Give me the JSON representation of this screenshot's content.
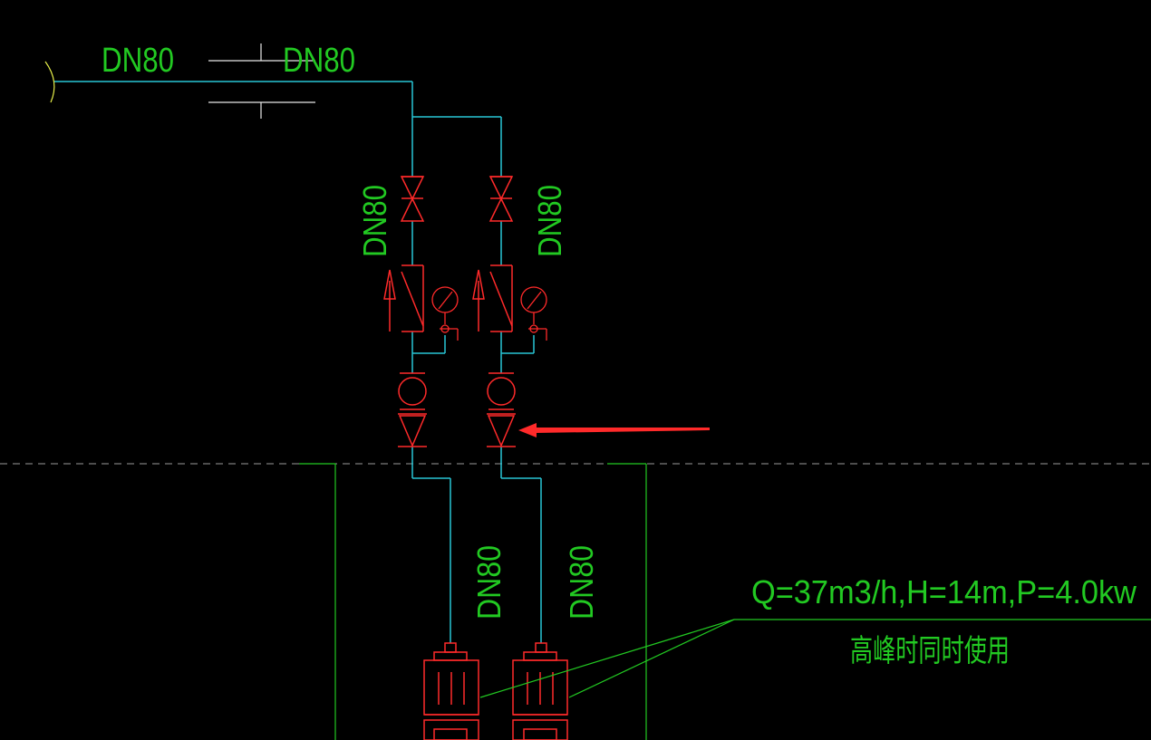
{
  "colors": {
    "background": "#000000",
    "pipe": "#29c6d6",
    "valve": "#ff2a2a",
    "text_green": "#22c922",
    "text_yellow": "#e7ef4a",
    "white": "#e8e8e8",
    "grey_dash": "#9a9a9a",
    "leader": "#22c922",
    "arrow": "#ff2a2a"
  },
  "labels": {
    "main_left": "DN80",
    "main_right": "DN80",
    "branch_left": "DN80",
    "branch_right": "DN80",
    "lower_left": "DN80",
    "lower_right": "DN80",
    "pump_spec": "Q=37m3/h,H=14m,P=4.0kw",
    "pump_note": "高峰时同时使用"
  },
  "icons": {
    "gate_valve": "gate-valve-icon",
    "check_valve": "check-valve-icon",
    "pressure_gauge": "pressure-gauge-icon",
    "pump_circle": "pump-circle-icon",
    "foot_valve": "check-valve-triangle-icon",
    "submersible_pump": "submersible-pump-icon",
    "pointer_arrow": "red-arrow-icon"
  }
}
